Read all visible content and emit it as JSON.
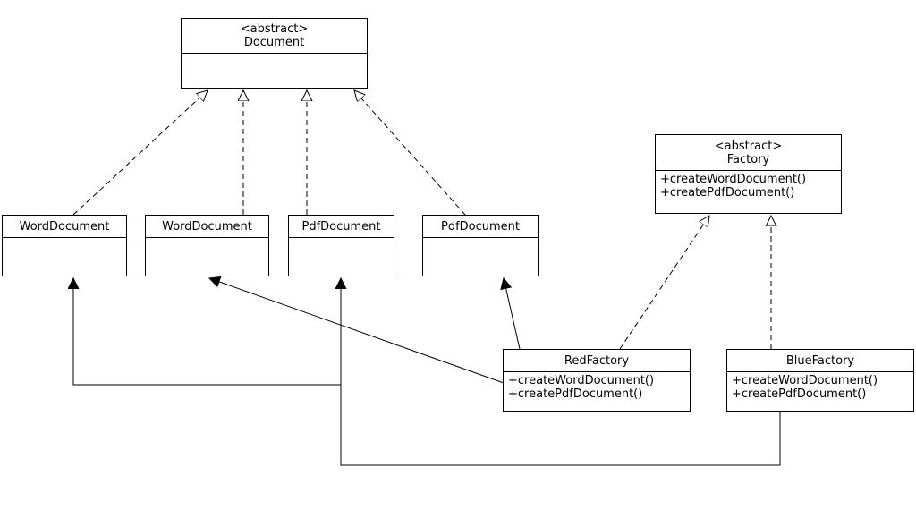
{
  "document": {
    "stereotype": "<abstract>",
    "name": "Document"
  },
  "factory": {
    "stereotype": "<abstract>",
    "name": "Factory",
    "methods": [
      "+createWordDocument()",
      "+createPdfDocument()"
    ]
  },
  "products": [
    {
      "name": "WordDocument"
    },
    {
      "name": "WordDocument"
    },
    {
      "name": "PdfDocument"
    },
    {
      "name": "PdfDocument"
    }
  ],
  "red_factory": {
    "name": "RedFactory",
    "methods": [
      "+createWordDocument()",
      "+createPdfDocument()"
    ]
  },
  "blue_factory": {
    "name": "BlueFactory",
    "methods": [
      "+createWordDocument()",
      "+createPdfDocument()"
    ]
  }
}
